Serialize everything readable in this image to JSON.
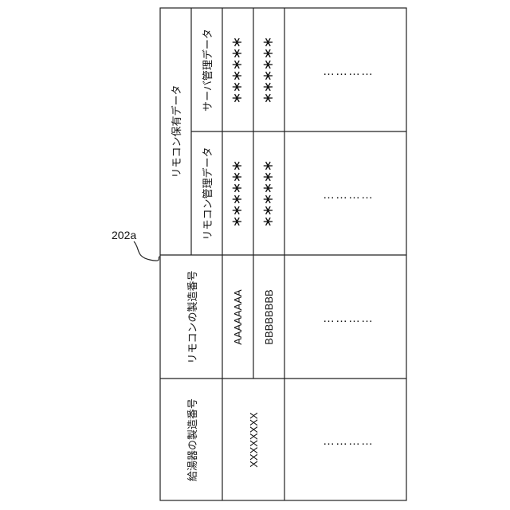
{
  "figure": {
    "ref_label": "202a",
    "headers": {
      "water_heater_serial": "給湯器の製造番号",
      "remote_serial": "リモコンの製造番号",
      "remote_held_data": "リモコン保有データ",
      "remote_mgmt_data": "リモコン管理データ",
      "server_mgmt_data": "サーバ管理データ"
    },
    "rows": [
      {
        "water_heater_serial": "XXXXXXXX",
        "remote_serials": [
          "AAAAAAAA",
          "BBBBBBBB"
        ],
        "remote_mgmt_data": [
          "＊＊＊＊＊＊",
          "＊＊＊＊＊＊"
        ],
        "server_mgmt_data": [
          "＊＊＊＊＊＊",
          "＊＊＊＊＊＊"
        ]
      }
    ],
    "ellipsis": "…………"
  }
}
